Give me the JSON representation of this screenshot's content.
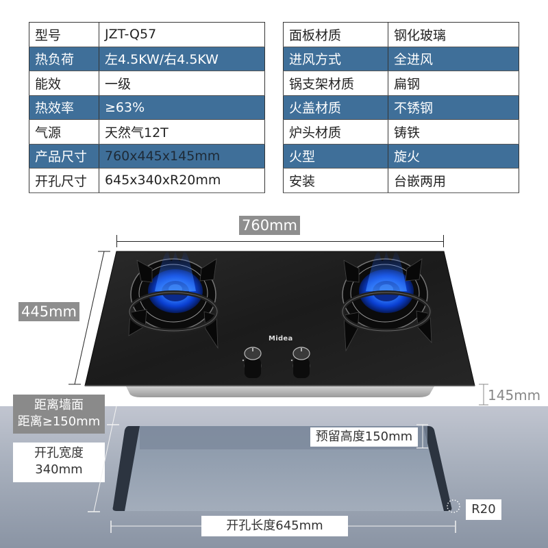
{
  "left_table": {
    "rows": [
      {
        "key": "型号",
        "value": "JZT-Q57",
        "highlight": false
      },
      {
        "key": "热负荷",
        "value": "左4.5KW/右4.5KW",
        "highlight": true
      },
      {
        "key": "能效",
        "value": "一级",
        "highlight": false
      },
      {
        "key": "热效率",
        "value": "≥63%",
        "highlight": true
      },
      {
        "key": "气源",
        "value": "天然气12T",
        "highlight": false
      },
      {
        "key": "产品尺寸",
        "value": "760x445x145mm",
        "highlight": true
      },
      {
        "key": "开孔尺寸",
        "value": "645x340xR20mm",
        "highlight": false
      }
    ]
  },
  "right_table": {
    "rows": [
      {
        "key": "面板材质",
        "value": "钢化玻璃",
        "highlight": false
      },
      {
        "key": "进风方式",
        "value": "全进风",
        "highlight": true
      },
      {
        "key": "锅支架材质",
        "value": "扁钢",
        "highlight": false
      },
      {
        "key": "火盖材质",
        "value": "不锈钢",
        "highlight": true
      },
      {
        "key": "炉头材质",
        "value": "铸铁",
        "highlight": false
      },
      {
        "key": "火型",
        "value": "旋火",
        "highlight": true
      },
      {
        "key": "安装",
        "value": "台嵌两用",
        "highlight": false
      }
    ]
  },
  "dimensions": {
    "width": "760mm",
    "depth": "445mm",
    "height": "145mm"
  },
  "product": {
    "brand": "Midea",
    "burner_count": 2,
    "knob_count": 2
  },
  "cutout": {
    "wall_distance_line1": "距离墙面",
    "wall_distance_line2": "距离≥150mm",
    "width_line1": "开孔宽度",
    "width_line2": "340mm",
    "reserved_height": "预留高度150mm",
    "length": "开孔长度645mm",
    "radius": "R20"
  },
  "colors": {
    "table_highlight": "#3f6f99",
    "dim_tag": "#8e8e8e",
    "flame_blue": "#1e6bff",
    "glass": "#1a1a1a"
  }
}
